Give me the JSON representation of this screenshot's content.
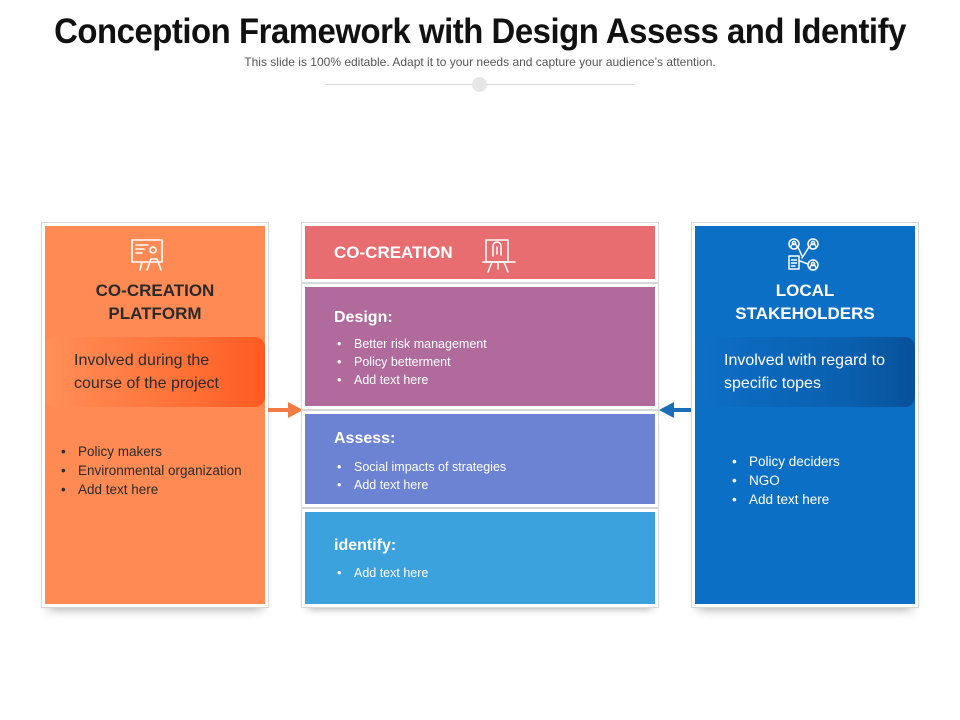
{
  "header": {
    "title": "Conception Framework with Design Assess and Identify",
    "subtitle": "This slide is 100% editable. Adapt it to your needs and capture your audience’s attention."
  },
  "left_panel": {
    "icon": "platform-board-icon",
    "title_line1": "CO-CREATION",
    "title_line2": "PLATFORM",
    "callout": "Involved during the course of the project",
    "bullets": [
      "Policy makers",
      "Environmental organization",
      "Add text here"
    ],
    "color": "#ff8a54"
  },
  "center": {
    "header_label": "CO-CREATION",
    "header_icon": "presentation-easel-icon",
    "header_color": "#e76d70",
    "design": {
      "title": "Design:",
      "bullets": [
        "Better risk management",
        "Policy betterment",
        "Add text here"
      ],
      "color": "#b06b9c"
    },
    "assess": {
      "title": "Assess:",
      "bullets": [
        "Social impacts of strategies",
        "Add text here"
      ],
      "color": "#6c82d2"
    },
    "identify": {
      "title": "identify:",
      "bullets": [
        "Add text here"
      ],
      "color": "#3ba2de"
    }
  },
  "right_panel": {
    "icon": "stakeholders-network-icon",
    "title_line1": "LOCAL",
    "title_line2": "STAKEHOLDERS",
    "callout": "Involved with regard to specific topes",
    "bullets": [
      "Policy deciders",
      "NGO",
      "Add text here"
    ],
    "color": "#0c6fc6"
  },
  "arrows": {
    "left_color": "#f07c43",
    "right_color": "#1a6fb8"
  }
}
